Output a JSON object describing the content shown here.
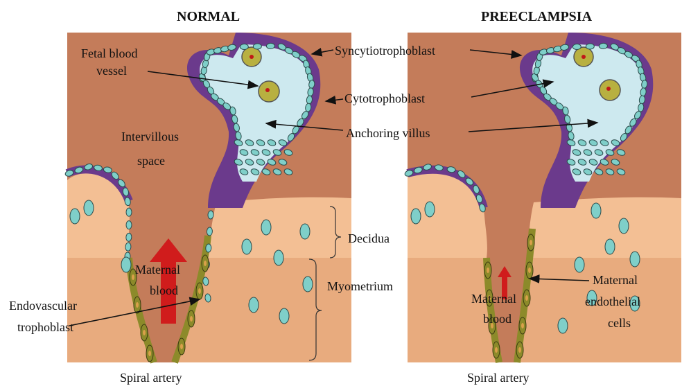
{
  "titles": {
    "left": "NORMAL",
    "right": "PREECLAMPSIA"
  },
  "labels": {
    "fetal_line1": "Fetal blood",
    "fetal_line2": "vessel",
    "syncytio": "Syncytiotrophoblast",
    "cyto": "Cytotrophoblast",
    "anchoring": "Anchoring villus",
    "interv_line1": "Intervillous",
    "interv_line2": "space",
    "decidua": "Decidua",
    "myometrium": "Myometrium",
    "maternal_blood_line1": "Maternal",
    "maternal_blood_line2": "blood",
    "endovasc_line1": "Endovascular",
    "endovasc_line2": "trophoblast",
    "spiral_left": "Spiral artery",
    "spiral_right": "Spiral artery",
    "maternal_endo_line1": "Maternal",
    "maternal_endo_line2": "endothelial",
    "maternal_endo_line3": "cells",
    "maternal_blood2_line1": "Maternal",
    "maternal_blood2_line2": "blood"
  },
  "colors": {
    "intervillous": "#c47c5a",
    "decidua": "#f3bf94",
    "myometrium": "#e8ab7e",
    "villus_core": "#cde9ef",
    "syncytio": "#6b3a8c",
    "cyto_cell": "#7fcfc9",
    "fetal_vessel": "#b8b040",
    "endothelial": "#8c8a2a",
    "blood_arrow": "#d01c1c",
    "artery": "#c47c5a"
  }
}
